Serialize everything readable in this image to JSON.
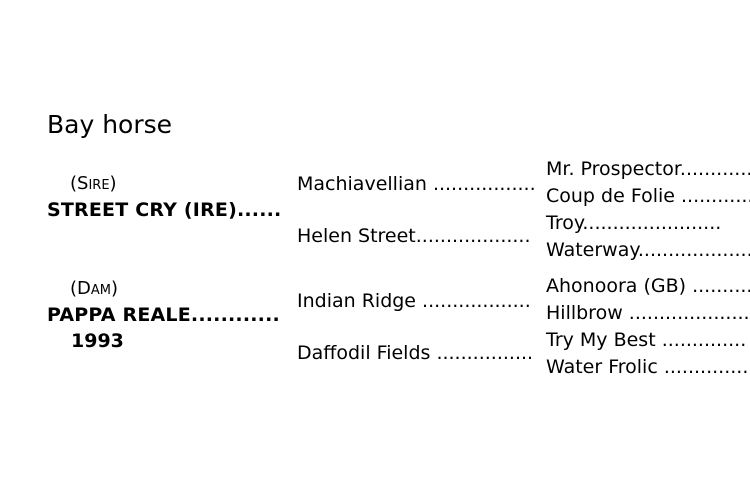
{
  "title": "Bay horse",
  "sire": {
    "role_prefix": "(S",
    "role_rest": "IRE",
    "role_suffix": ")",
    "name": "STREET CRY (IRE)......"
  },
  "dam": {
    "role_prefix": "(D",
    "role_rest": "AM",
    "role_suffix": ")",
    "name": "PAPPA REALE............",
    "year": "1993"
  },
  "generation2": [
    "Machiavellian .................",
    "Helen Street...................",
    "Indian Ridge ..................",
    "Daffodil Fields ................"
  ],
  "generation3": [
    "Mr. Prospector............",
    "Coup de Folie ............",
    "Troy.......................",
    "Waterway...................",
    "Ahonoora (GB) ..........",
    "Hillbrow ......................",
    "Try My Best ..............",
    "Water Frolic ..............."
  ]
}
